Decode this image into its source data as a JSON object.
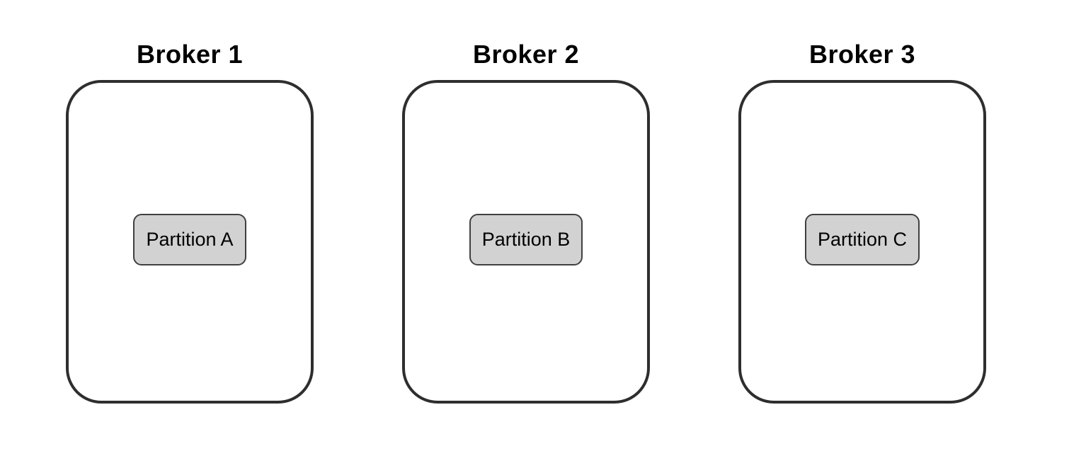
{
  "diagram": {
    "background_color": "#ffffff",
    "broker_border_color": "#2e2e2e",
    "partition_fill_color": "#d2d2d2",
    "partition_border_color": "#404040",
    "text_color": "#000000",
    "brokers": [
      {
        "title": "Broker 1",
        "partition_label": "Partition A"
      },
      {
        "title": "Broker 2",
        "partition_label": "Partition B"
      },
      {
        "title": "Broker 3",
        "partition_label": "Partition C"
      }
    ]
  }
}
